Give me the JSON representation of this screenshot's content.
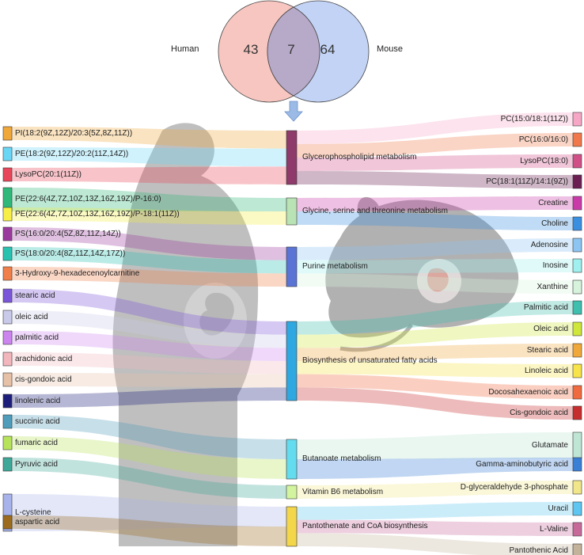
{
  "venn": {
    "left_label": "Human",
    "right_label": "Mouse",
    "left_only": "43",
    "overlap": "7",
    "right_only": "64",
    "left_color": "#f7c6c0",
    "right_color": "#c3d3f5"
  },
  "pathways": [
    {
      "name": "Glycerophospholipid metabolism",
      "color": "#8e3a6a"
    },
    {
      "name": "Glycine, serine and threonine metabolism",
      "color": "#b9e3b4"
    },
    {
      "name": "Purine metabolism",
      "color": "#5a74d6"
    },
    {
      "name": "Biosynthesis of unsaturated fatty acids",
      "color": "#2fa7e0"
    },
    {
      "name": "Butanoate metabolism",
      "color": "#63dcef"
    },
    {
      "name": "Vitamin B6 metabolism",
      "color": "#d3f49e"
    },
    {
      "name": "Pantothenate and CoA biosynthesis",
      "color": "#f3d64a"
    }
  ],
  "human_metabolites": [
    {
      "name": "PI(18:2(9Z,12Z)/20:3(5Z,8Z,11Z))",
      "color": "#f0a83a",
      "pathway": 0
    },
    {
      "name": "PE(18:2(9Z,12Z)/20:2(11Z,14Z))",
      "color": "#6ad6f5",
      "pathway": 0
    },
    {
      "name": "LysoPC(20:1(11Z))",
      "color": "#e8465a",
      "pathway": 0
    },
    {
      "name": "PE(22:6(4Z,7Z,10Z,13Z,16Z,19Z)/P-16:0)",
      "color": "#2fb87a",
      "pathway": 1
    },
    {
      "name": "PE(22:6(4Z,7Z,10Z,13Z,16Z,19Z)/P-18:1(11Z))",
      "color": "#f7ef48",
      "pathway": 1
    },
    {
      "name": "PS(16:0/20:4(5Z,8Z,11Z,14Z))",
      "color": "#9b3a9e",
      "pathway": 2
    },
    {
      "name": "PS(18:0/20:4(8Z,11Z,14Z,17Z))",
      "color": "#29c2b0",
      "pathway": 2
    },
    {
      "name": "3-Hydroxy-9-hexadecenoylcarnitine",
      "color": "#f07f4a",
      "pathway": 2
    },
    {
      "name": "stearic acid",
      "color": "#7b55d9",
      "pathway": 3
    },
    {
      "name": "oleic acid",
      "color": "#c9c9ea",
      "pathway": 3
    },
    {
      "name": "palmitic acid",
      "color": "#cc85ef",
      "pathway": 3
    },
    {
      "name": "arachidonic acid",
      "color": "#f2b6bd",
      "pathway": 3
    },
    {
      "name": "cis-gondoic acid",
      "color": "#e6c1a8",
      "pathway": 3
    },
    {
      "name": "linolenic acid",
      "color": "#1d1e7a",
      "pathway": 3
    },
    {
      "name": "succinic acid",
      "color": "#4f9dbb",
      "pathway": 4
    },
    {
      "name": "fumaric acid",
      "color": "#b6e35a",
      "pathway": 4
    },
    {
      "name": "Pyruvic acid",
      "color": "#3fa898",
      "pathway": 5
    },
    {
      "name": "L-cysteine",
      "color": "#a7b3ea",
      "pathway": 6
    },
    {
      "name": "aspartic acid",
      "color": "#9c6b1f",
      "pathway": 6
    }
  ],
  "mouse_metabolites": [
    {
      "name": "PC(15:0/18:1(11Z))",
      "color": "#f7a7c6",
      "pathway": 0
    },
    {
      "name": "PC(16:0/16:0)",
      "color": "#f0784a",
      "pathway": 0
    },
    {
      "name": "LysoPC(18:0)",
      "color": "#cf4f86",
      "pathway": 0
    },
    {
      "name": "PC(18:1(11Z)/14:1(9Z))",
      "color": "#6a1e52",
      "pathway": 0
    },
    {
      "name": "Creatine",
      "color": "#c93aa8",
      "pathway": 1
    },
    {
      "name": "Choline",
      "color": "#3a8fe0",
      "pathway": 1
    },
    {
      "name": "Adenosine",
      "color": "#8cc4f2",
      "pathway": 2
    },
    {
      "name": "Inosine",
      "color": "#9ff0ee",
      "pathway": 2
    },
    {
      "name": "Xanthine",
      "color": "#d7f3dc",
      "pathway": 2
    },
    {
      "name": "Palmitic acid",
      "color": "#3fbfae",
      "pathway": 3
    },
    {
      "name": "Oleic acid",
      "color": "#cfe63b",
      "pathway": 3
    },
    {
      "name": "Stearic acid",
      "color": "#f0a83a",
      "pathway": 3
    },
    {
      "name": "Linoleic acid",
      "color": "#f7e34a",
      "pathway": 3
    },
    {
      "name": "Docosahexaenoic acid",
      "color": "#f06a3f",
      "pathway": 3
    },
    {
      "name": "Cis-gondoic acid",
      "color": "#c62d2d",
      "pathway": 3
    },
    {
      "name": "Glutamate",
      "color": "#bfe6d5",
      "pathway": 4
    },
    {
      "name": "Gamma-aminobutyric acid",
      "color": "#3a7fd6",
      "pathway": 4
    },
    {
      "name": "D-glyceraldehyde 3-phosphate",
      "color": "#f2e68a",
      "pathway": 5
    },
    {
      "name": "Uracil",
      "color": "#5ec6f0",
      "pathway": 6
    },
    {
      "name": "L-Valine",
      "color": "#c76a9a",
      "pathway": 6
    },
    {
      "name": "Pantothenic Acid",
      "color": "#c4b39b",
      "pathway": 6
    }
  ],
  "background": {
    "human_silhouette_color": "#b4b4b4",
    "mouse_silhouette_color": "#9e9e9e",
    "arrow_color": "#9bbbe6"
  }
}
